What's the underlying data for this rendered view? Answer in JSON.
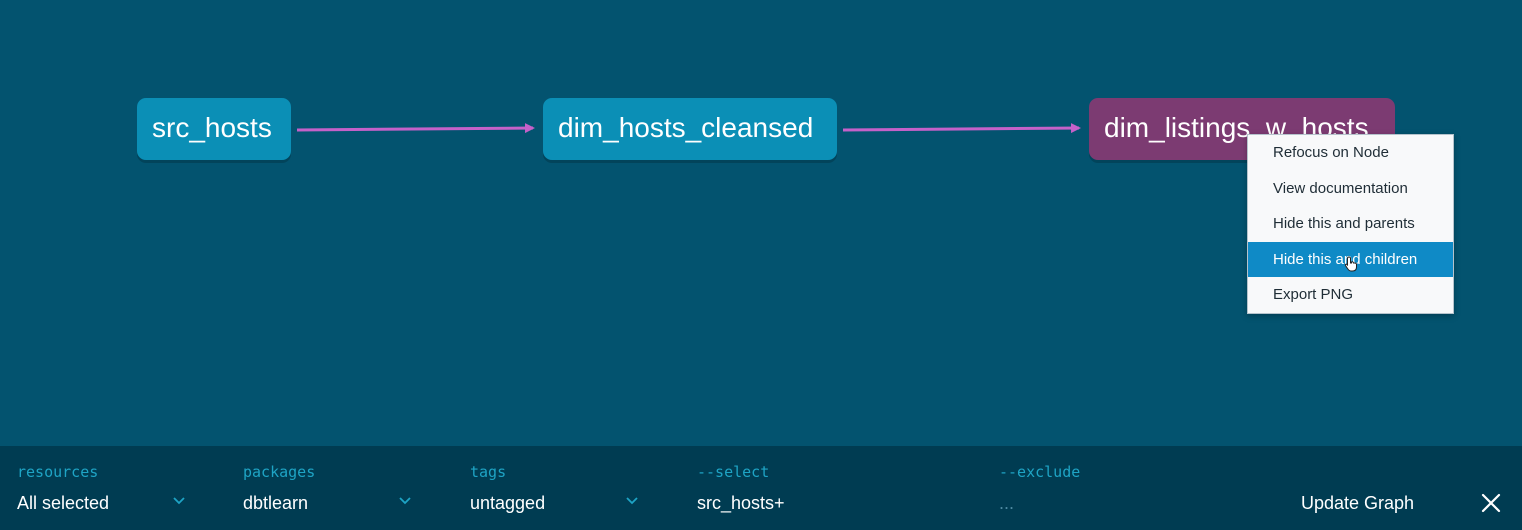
{
  "graph": {
    "nodes": [
      {
        "id": "src_hosts",
        "label": "src_hosts",
        "state": "model"
      },
      {
        "id": "dim_hosts_cleansed",
        "label": "dim_hosts_cleansed",
        "state": "model"
      },
      {
        "id": "dim_listings_w_hosts",
        "label": "dim_listings_w_hosts",
        "state": "selected"
      }
    ],
    "edges": [
      {
        "from": "src_hosts",
        "to": "dim_hosts_cleansed"
      },
      {
        "from": "dim_hosts_cleansed",
        "to": "dim_listings_w_hosts"
      }
    ],
    "colors": {
      "node": "#0b8fb6",
      "selected_node": "#7c3b72",
      "edge": "#c561c9"
    }
  },
  "context_menu": {
    "items": [
      {
        "label": "Refocus on Node"
      },
      {
        "label": "View documentation"
      },
      {
        "label": "Hide this and parents"
      },
      {
        "label": "Hide this and children",
        "active": true
      },
      {
        "label": "Export PNG"
      }
    ]
  },
  "filters": {
    "resources": {
      "label": "resources",
      "value": "All selected",
      "icon": "chevron-down-icon"
    },
    "packages": {
      "label": "packages",
      "value": "dbtlearn",
      "icon": "chevron-down-icon"
    },
    "tags": {
      "label": "tags",
      "value": "untagged",
      "icon": "chevron-down-icon"
    },
    "select": {
      "label": "--select",
      "value": "src_hosts+"
    },
    "exclude": {
      "label": "--exclude",
      "value": "..."
    }
  },
  "actions": {
    "update_graph_label": "Update Graph",
    "close_icon": "close-icon"
  }
}
